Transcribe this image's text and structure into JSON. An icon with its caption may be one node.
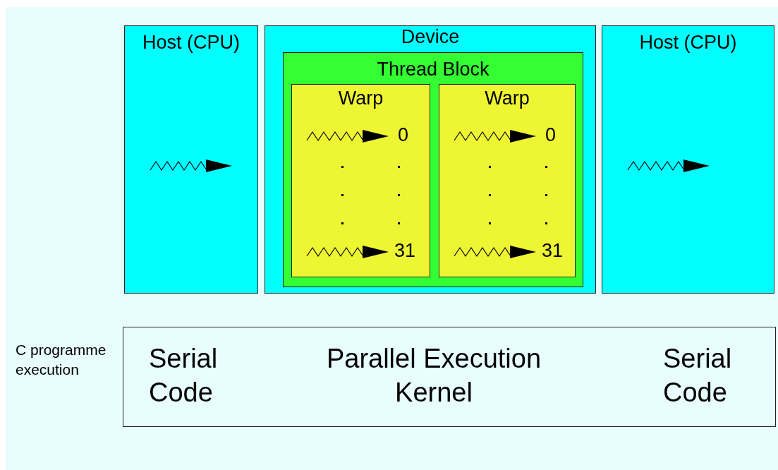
{
  "diagram": {
    "nodes": [
      {
        "text": [
          "Host (CPU)"
        ]
      },
      {
        "text": [
          "Device"
        ]
      },
      {
        "text": [
          "Thread Block"
        ],
        "in": 1
      },
      {
        "text": [
          "Warp",
          "0",
          "31"
        ],
        "in": 2
      },
      {
        "text": [
          "Warp",
          "0",
          "31"
        ],
        "in": 2
      },
      {
        "text": [
          "Host (CPU)"
        ]
      },
      {
        "text": [
          "Serial Code",
          "Parallel Execution Kernel",
          "Serial Code"
        ]
      }
    ],
    "edges": [],
    "labels": [
      "C programme execution"
    ]
  }
}
